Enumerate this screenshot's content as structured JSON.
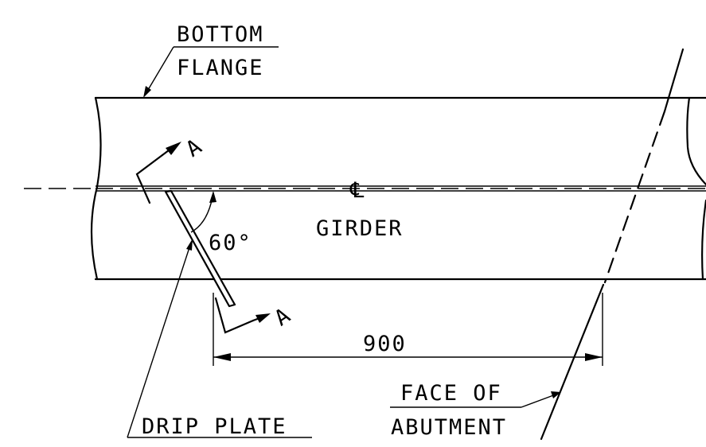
{
  "labels": {
    "bottom_flange_line1": "BOTTOM",
    "bottom_flange_line2": "FLANGE",
    "section_mark_top": "A",
    "section_mark_bottom": "A",
    "centerline_symbol": "℄",
    "girder": "GIRDER",
    "angle": "60°",
    "dimension": "900",
    "face_of_abutment_line1": "FACE OF",
    "face_of_abutment_line2": "ABUTMENT",
    "drip_plate": "DRIP PLATE"
  }
}
